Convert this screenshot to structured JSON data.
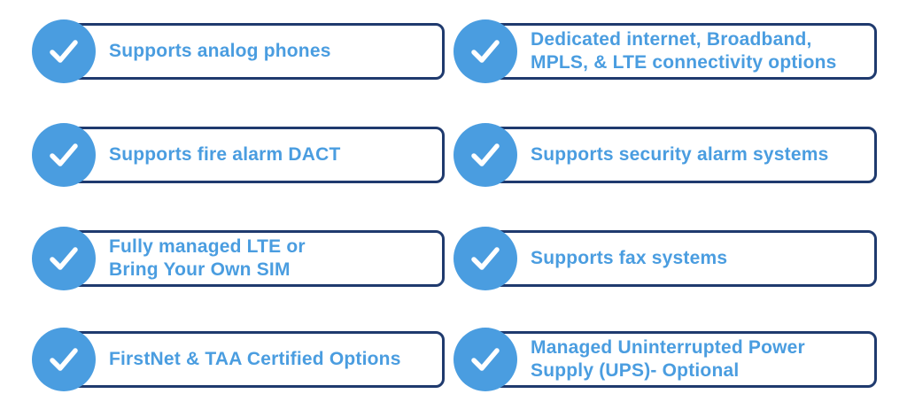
{
  "features": [
    {
      "label": "Supports analog phones",
      "icon": "check-icon"
    },
    {
      "label": "Dedicated internet, Broadband,\nMPLS, & LTE connectivity options",
      "icon": "check-icon"
    },
    {
      "label": "Supports fire alarm DACT",
      "icon": "check-icon"
    },
    {
      "label": "Supports security alarm systems",
      "icon": "check-icon"
    },
    {
      "label": "Fully managed LTE or\nBring Your Own SIM",
      "icon": "check-icon"
    },
    {
      "label": "Supports fax systems",
      "icon": "check-icon"
    },
    {
      "label": "FirstNet & TAA Certified Options",
      "icon": "check-icon"
    },
    {
      "label": "Managed Uninterrupted Power\nSupply (UPS)- Optional",
      "icon": "check-icon"
    }
  ],
  "colors": {
    "accent": "#4a9de0",
    "border": "#1f3a6e",
    "background": "#ffffff"
  }
}
